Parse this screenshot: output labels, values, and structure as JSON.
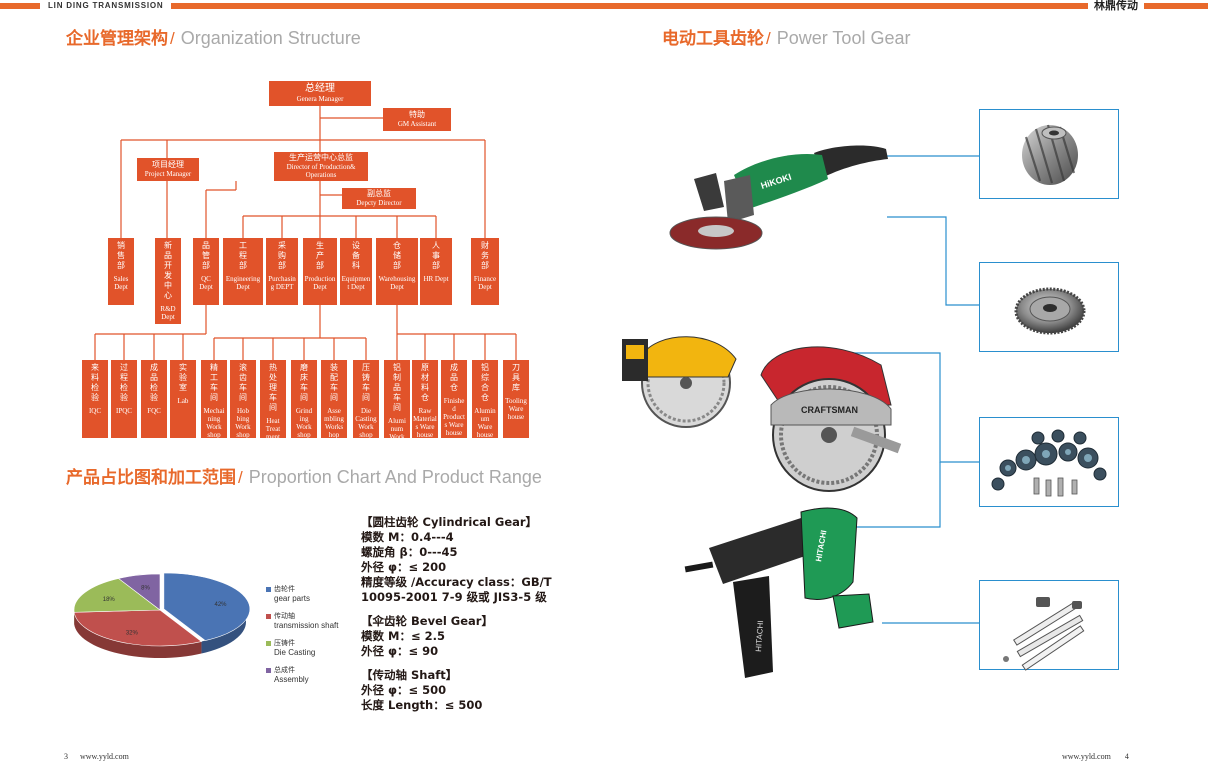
{
  "header": {
    "brand_en": "LIN DING TRANSMISSION",
    "brand_zh": "林鼎传动"
  },
  "org_section": {
    "title_zh": "企业管理架构",
    "slash": "/",
    "title_en": "Organization Structure"
  },
  "product_section": {
    "title_zh": "电动工具齿轮",
    "slash": "/",
    "title_en": "Power Tool Gear"
  },
  "chart_section": {
    "title_zh": "产品占比图和加工范围",
    "slash": "/",
    "title_en": "Proportion Chart  And Product Range"
  },
  "org": {
    "gm": {
      "zh": "总经理",
      "en": "Genera Manager"
    },
    "assistant": {
      "zh": "特助",
      "en": "GM Assistant"
    },
    "pm": {
      "zh": "项目经理",
      "en": "Project Manager"
    },
    "director": {
      "zh": "生产运营中心总监",
      "en": "Director of Production& Operations"
    },
    "deputy": {
      "zh": "副总监",
      "en": "Depcty Director"
    },
    "depts": [
      {
        "zh": "销售部",
        "en": "Sales Dept"
      },
      {
        "zh": "新品开发中心",
        "en": "R&D Dept"
      },
      {
        "zh": "品管部",
        "en": "QC Dept"
      },
      {
        "zh": "工程部",
        "en": "Engineering Dept"
      },
      {
        "zh": "采购部",
        "en": "Purchasing DEPT"
      },
      {
        "zh": "生产部",
        "en": "Production Dept"
      },
      {
        "zh": "设备科",
        "en": "Equipment Dept"
      },
      {
        "zh": "仓储部",
        "en": "Warehousing Dept"
      },
      {
        "zh": "人事部",
        "en": "HR Dept"
      },
      {
        "zh": "财务部",
        "en": "Finance Dept"
      }
    ],
    "units": [
      {
        "zh": "来料检验",
        "en": "IQC"
      },
      {
        "zh": "过程检验",
        "en": "IPQC"
      },
      {
        "zh": "成品检验",
        "en": "FQC"
      },
      {
        "zh": "实验室",
        "en": "Lab"
      },
      {
        "zh": "精工车间",
        "en": "Mechai ning Work shop"
      },
      {
        "zh": "滚齿车间",
        "en": "Hob bing Work shop"
      },
      {
        "zh": "热处理车间",
        "en": "Heat Treat ment Work shop"
      },
      {
        "zh": "磨床车间",
        "en": "Grind ing Work shop"
      },
      {
        "zh": "装配车间",
        "en": "Asse mbling Works hop"
      },
      {
        "zh": "压铸车间",
        "en": "Die Casting Work shop"
      },
      {
        "zh": "铝制品车间",
        "en": "Alumi num Work shop"
      },
      {
        "zh": "原材料仓",
        "en": "Raw Materials Ware house"
      },
      {
        "zh": "成品仓",
        "en": "Finished Products Ware house"
      },
      {
        "zh": "铝综合仓",
        "en": "Aluminum Ware house"
      },
      {
        "zh": "刀具库",
        "en": "Tooling Ware house"
      }
    ]
  },
  "chart_data": {
    "type": "pie",
    "title": "",
    "slices": [
      {
        "zh": "齿轮件",
        "en": "gear parts",
        "value": 42,
        "label": "42%",
        "color": "#4a74b4"
      },
      {
        "zh": "传动轴",
        "en": "transmission shaft",
        "value": 32,
        "label": "32%",
        "color": "#c0504d"
      },
      {
        "zh": "压铸件",
        "en": "Die Casting",
        "value": 18,
        "label": "18%",
        "color": "#9bbb59"
      },
      {
        "zh": "总成件",
        "en": "Assembly",
        "value": 8,
        "label": "8%",
        "color": "#8064a2"
      }
    ]
  },
  "specs": [
    [
      "【圆柱齿轮 Cylindrical Gear】",
      "模数 M：0.4---4",
      "螺旋角 β：0---45",
      "外径 φ：≤ 200",
      "精度等级 /Accuracy class：GB/T",
      "10095-2001 7-9 级或 JIS3-5 级"
    ],
    [
      "【伞齿轮 Bevel Gear】",
      "模数 M：≤ 2.5",
      "外径 φ：≤ 90"
    ],
    [
      "【传动轴 Shaft】",
      "外径 φ：≤ 500",
      "长度 Length：≤ 500"
    ]
  ],
  "footer": {
    "left_page": "3",
    "left_url": "www.yyld.com",
    "right_url": "www.yyld.com",
    "right_page": "4"
  },
  "colors": {
    "accent": "#e8692b",
    "org_box": "#e1532a",
    "connector": "#2a8fce"
  }
}
